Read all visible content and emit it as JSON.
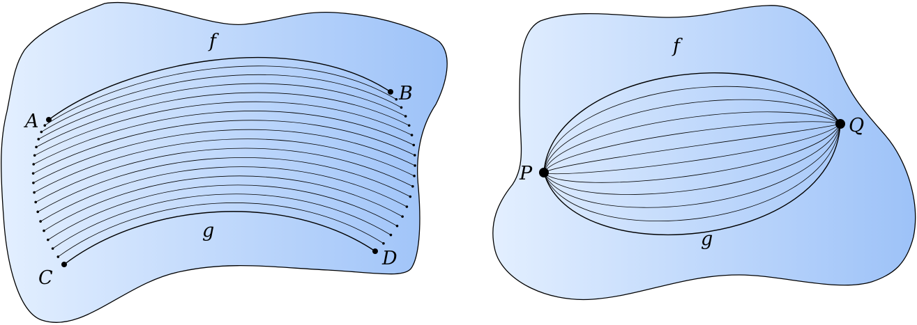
{
  "left_panel": {
    "curve_top_label": "f",
    "curve_bottom_label": "g",
    "point_a": "A",
    "point_b": "B",
    "point_c": "C",
    "point_d": "D",
    "intermediate_curve_count": 16
  },
  "right_panel": {
    "curve_top_label": "f",
    "curve_bottom_label": "g",
    "point_p": "P",
    "point_q": "Q",
    "intermediate_curve_count": 10
  },
  "colors": {
    "region_light": "#e3efff",
    "region_dark": "#9dc2f8",
    "stroke": "#000000"
  }
}
